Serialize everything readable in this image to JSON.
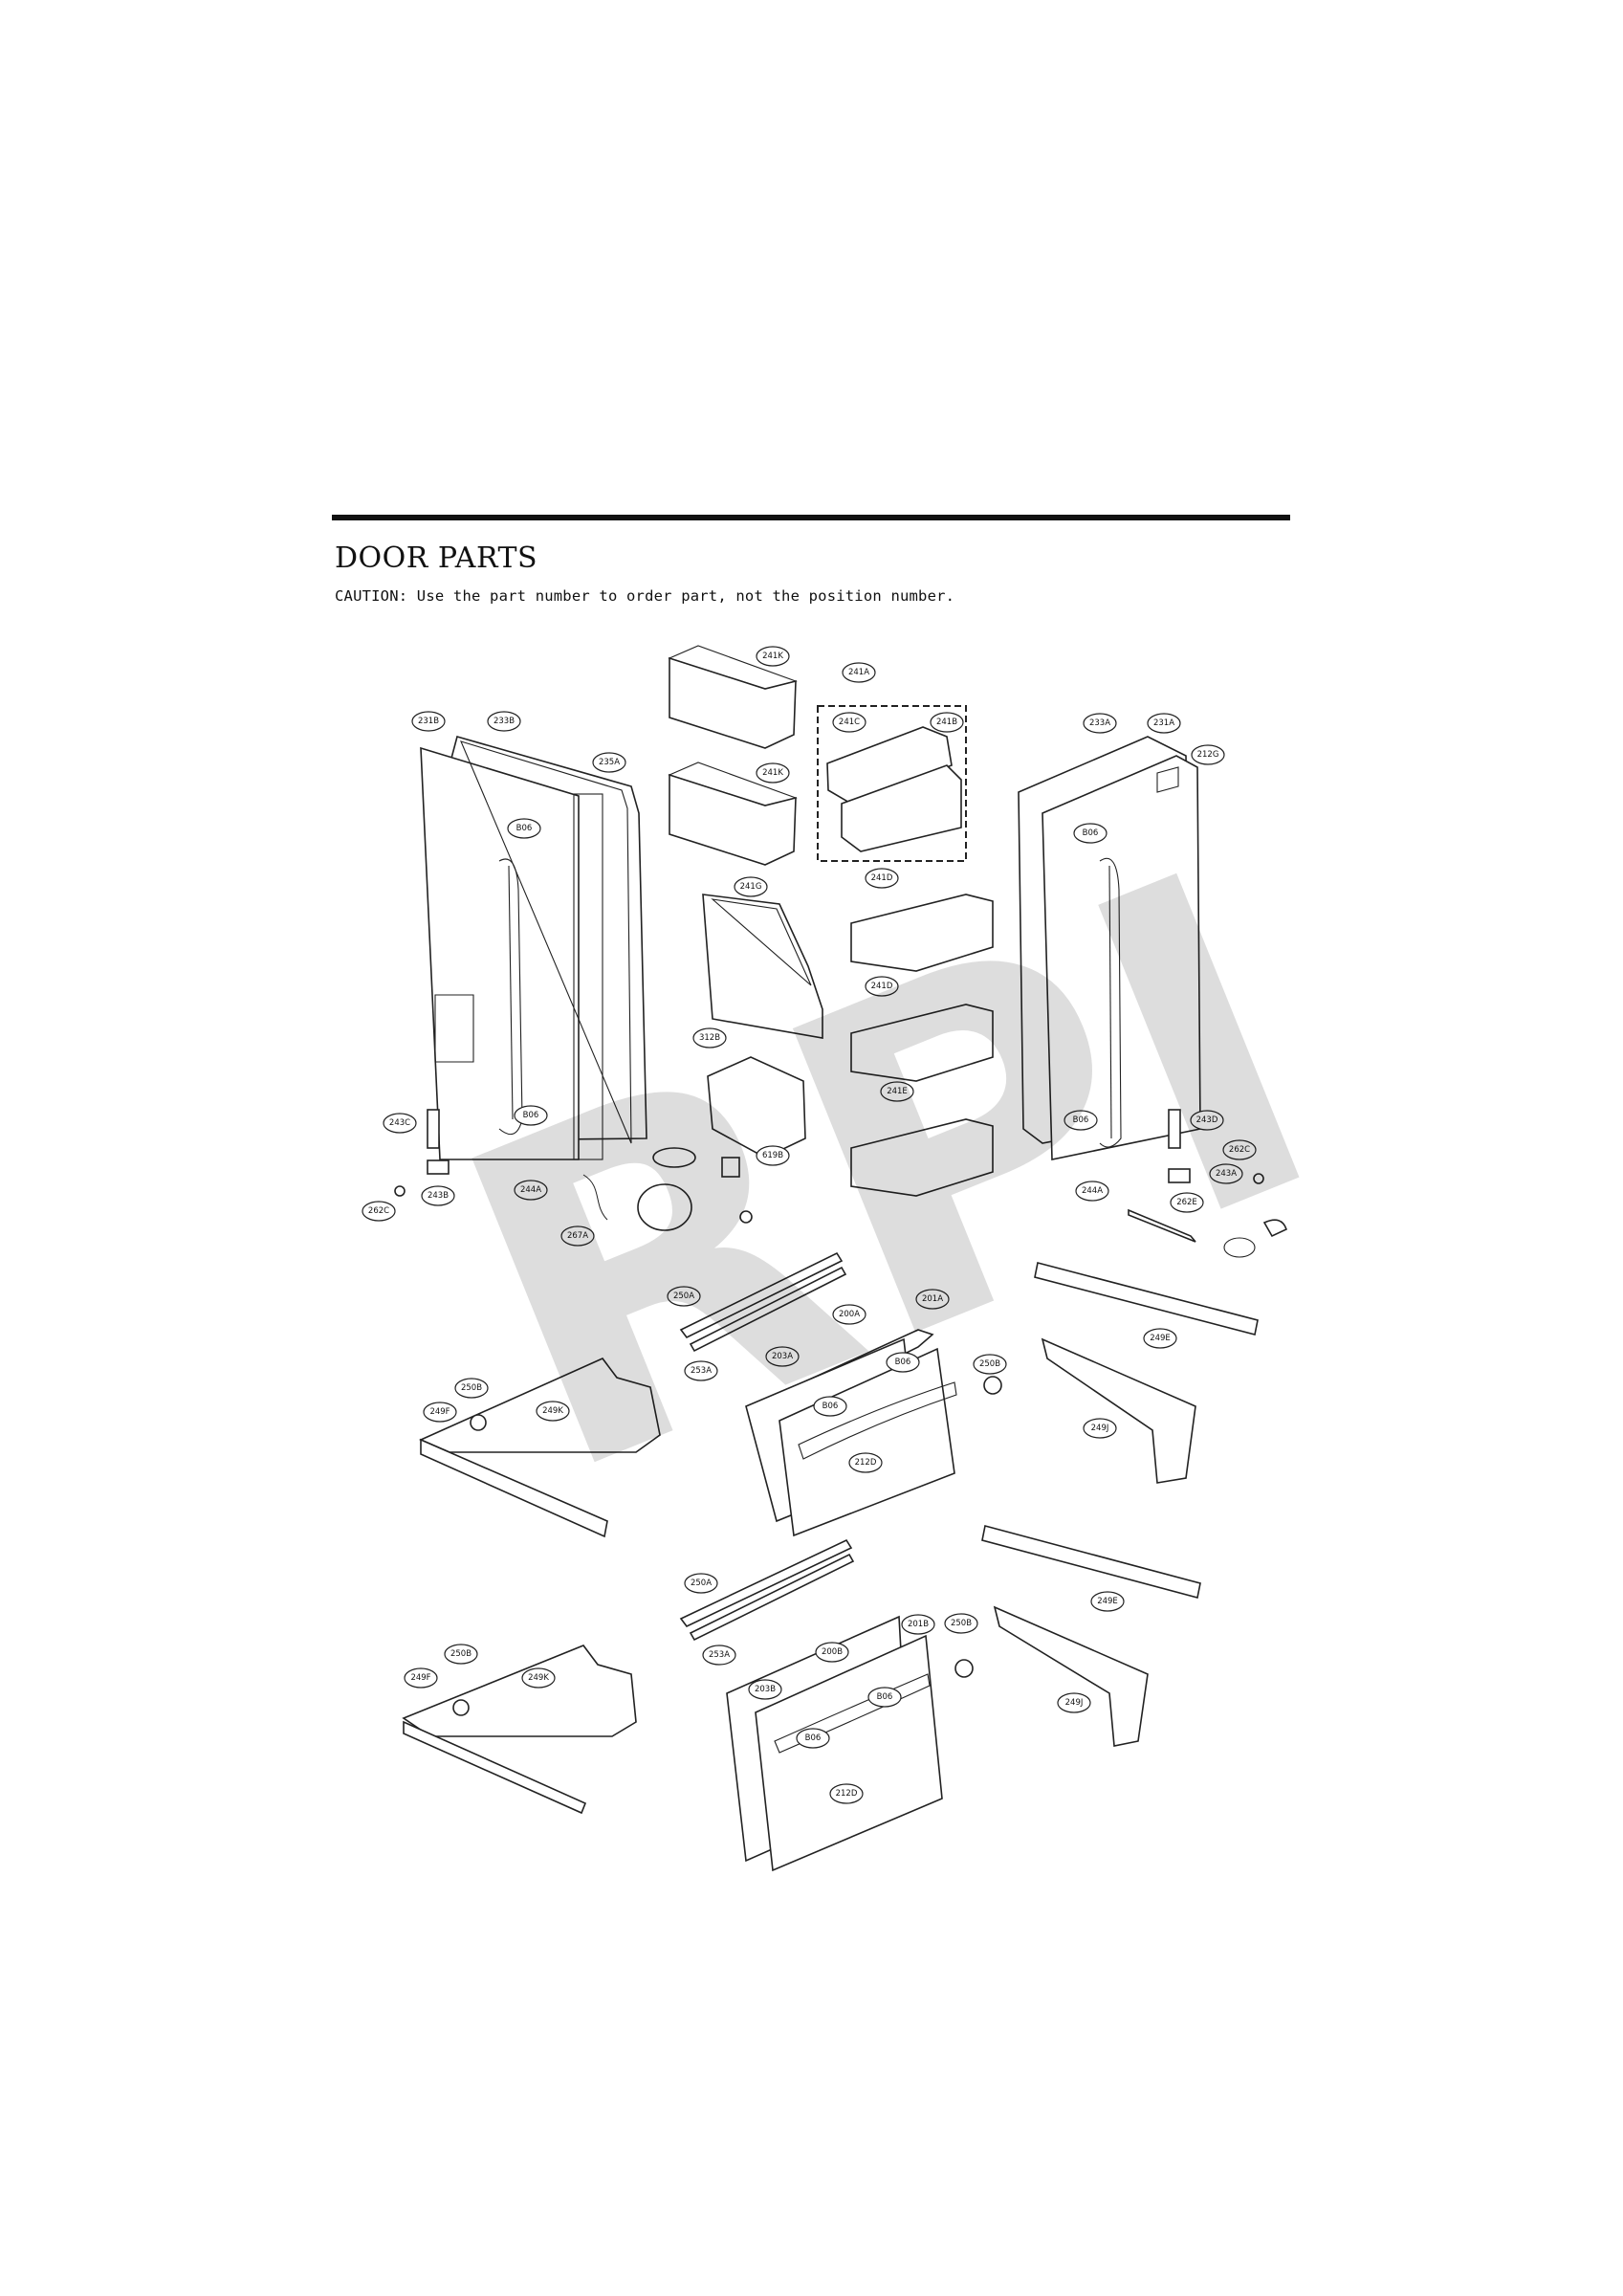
{
  "header": {
    "title": "DOOR PARTS",
    "caution": "CAUTION: Use the part number to order part, not the position number."
  },
  "watermark": {
    "text": "RPI"
  },
  "labels": [
    {
      "id": "l1",
      "text": "241K"
    },
    {
      "id": "l2",
      "text": "241A"
    },
    {
      "id": "l3",
      "text": "231B"
    },
    {
      "id": "l4",
      "text": "233B"
    },
    {
      "id": "l5",
      "text": "241C"
    },
    {
      "id": "l6",
      "text": "241B"
    },
    {
      "id": "l7",
      "text": "233A"
    },
    {
      "id": "l8",
      "text": "231A"
    },
    {
      "id": "l9",
      "text": "235A"
    },
    {
      "id": "l10",
      "text": "241K"
    },
    {
      "id": "l11",
      "text": "212G"
    },
    {
      "id": "l12",
      "text": "B06"
    },
    {
      "id": "l13",
      "text": "B06"
    },
    {
      "id": "l14",
      "text": "241G"
    },
    {
      "id": "l15",
      "text": "241D"
    },
    {
      "id": "l16",
      "text": "241D"
    },
    {
      "id": "l17",
      "text": "312B"
    },
    {
      "id": "l18",
      "text": "241E"
    },
    {
      "id": "l19",
      "text": "B06"
    },
    {
      "id": "l20",
      "text": "B06"
    },
    {
      "id": "l21",
      "text": "243C"
    },
    {
      "id": "l22",
      "text": "243D"
    },
    {
      "id": "l23",
      "text": "619B"
    },
    {
      "id": "l24",
      "text": "262C"
    },
    {
      "id": "l25",
      "text": "243A"
    },
    {
      "id": "l26",
      "text": "244A"
    },
    {
      "id": "l27",
      "text": "244A"
    },
    {
      "id": "l28",
      "text": "243B"
    },
    {
      "id": "l29",
      "text": "262E"
    },
    {
      "id": "l30",
      "text": "262C"
    },
    {
      "id": "l31",
      "text": "267A"
    },
    {
      "id": "l32",
      "text": "250A"
    },
    {
      "id": "l33",
      "text": "201A"
    },
    {
      "id": "l34",
      "text": "200A"
    },
    {
      "id": "l35",
      "text": "249E"
    },
    {
      "id": "l36",
      "text": "203A"
    },
    {
      "id": "l37",
      "text": "B06"
    },
    {
      "id": "l38",
      "text": "253A"
    },
    {
      "id": "l39",
      "text": "250B"
    },
    {
      "id": "l40",
      "text": "250B"
    },
    {
      "id": "l41",
      "text": "B06"
    },
    {
      "id": "l42",
      "text": "249K"
    },
    {
      "id": "l43",
      "text": "249F"
    },
    {
      "id": "l44",
      "text": "212D"
    },
    {
      "id": "l45",
      "text": "249J"
    },
    {
      "id": "l46",
      "text": "250A"
    },
    {
      "id": "l47",
      "text": "249E"
    },
    {
      "id": "l48",
      "text": "253A"
    },
    {
      "id": "l49",
      "text": "201B"
    },
    {
      "id": "l50",
      "text": "250B"
    },
    {
      "id": "l51",
      "text": "250B"
    },
    {
      "id": "l52",
      "text": "200B"
    },
    {
      "id": "l53",
      "text": "249K"
    },
    {
      "id": "l54",
      "text": "249F"
    },
    {
      "id": "l55",
      "text": "203B"
    },
    {
      "id": "l56",
      "text": "B06"
    },
    {
      "id": "l57",
      "text": "249J"
    },
    {
      "id": "l58",
      "text": "B06"
    },
    {
      "id": "l59",
      "text": "212D"
    }
  ]
}
